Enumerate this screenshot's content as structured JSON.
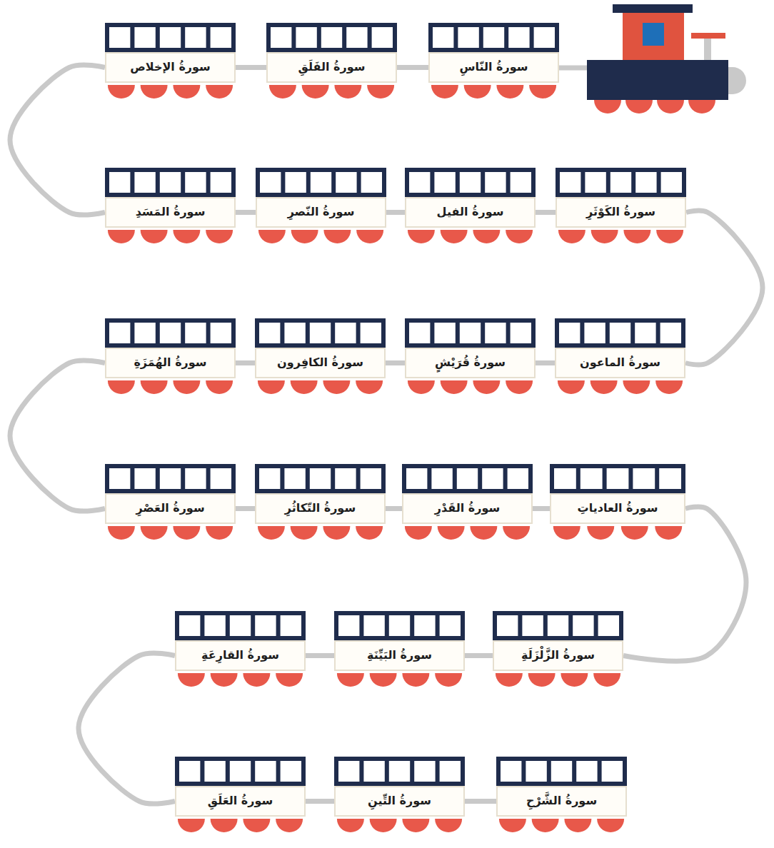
{
  "diagram": {
    "nodes": [
      {
        "text": [
          "سورةُ النّاسِ"
        ]
      },
      {
        "text": [
          "سورةُ الفَلَقِ"
        ]
      },
      {
        "text": [
          "سورةُ الإخلاص"
        ]
      },
      {
        "text": [
          "سورةُ المَسَدِ"
        ]
      },
      {
        "text": [
          "سورةُ النّصرِ"
        ]
      },
      {
        "text": [
          "سورةُ الفيل"
        ]
      },
      {
        "text": [
          "سورةُ الكَوْثَرِ"
        ]
      },
      {
        "text": [
          "سورةُ الماعون"
        ]
      },
      {
        "text": [
          "سورةُ قُرَيْشٍ"
        ]
      },
      {
        "text": [
          "سورةُ الكافِرون"
        ]
      },
      {
        "text": [
          "سورةُ الهُمَزَةِ"
        ]
      },
      {
        "text": [
          "سورةُ العَصْرِ"
        ]
      },
      {
        "text": [
          "سورةُ التّكاثُرِ"
        ]
      },
      {
        "text": [
          "سورةُ القَدْرِ"
        ]
      },
      {
        "text": [
          "سورةُ العادياتِ"
        ]
      },
      {
        "text": [
          "سورةُ الزَّلْزَلَةِ"
        ]
      },
      {
        "text": [
          "سورةُ البَيِّنَةِ"
        ]
      },
      {
        "text": [
          "سورةُ القارِعَةِ"
        ]
      },
      {
        "text": [
          "سورةُ العَلَقِ"
        ]
      },
      {
        "text": [
          "سورةُ التِّينِ"
        ]
      },
      {
        "text": [
          "سورةُ الشَّرْحِ"
        ]
      }
    ],
    "edges": [
      {
        "from": 0,
        "to": 1,
        "arrow": "none"
      },
      {
        "from": 1,
        "to": 2,
        "arrow": "none"
      },
      {
        "from": 2,
        "to": 3,
        "arrow": "none"
      },
      {
        "from": 3,
        "to": 4,
        "arrow": "none"
      },
      {
        "from": 4,
        "to": 5,
        "arrow": "none"
      },
      {
        "from": 5,
        "to": 6,
        "arrow": "none"
      },
      {
        "from": 6,
        "to": 7,
        "arrow": "none"
      },
      {
        "from": 7,
        "to": 8,
        "arrow": "none"
      },
      {
        "from": 8,
        "to": 9,
        "arrow": "none"
      },
      {
        "from": 9,
        "to": 10,
        "arrow": "none"
      },
      {
        "from": 10,
        "to": 11,
        "arrow": "none"
      },
      {
        "from": 11,
        "to": 12,
        "arrow": "none"
      },
      {
        "from": 12,
        "to": 13,
        "arrow": "none"
      },
      {
        "from": 13,
        "to": 14,
        "arrow": "none"
      },
      {
        "from": 14,
        "to": 15,
        "arrow": "none"
      },
      {
        "from": 15,
        "to": 16,
        "arrow": "none"
      },
      {
        "from": 16,
        "to": 17,
        "arrow": "none"
      },
      {
        "from": 17,
        "to": 18,
        "arrow": "none"
      },
      {
        "from": 18,
        "to": 19,
        "arrow": "none"
      },
      {
        "from": 19,
        "to": 20,
        "arrow": "none"
      }
    ]
  }
}
